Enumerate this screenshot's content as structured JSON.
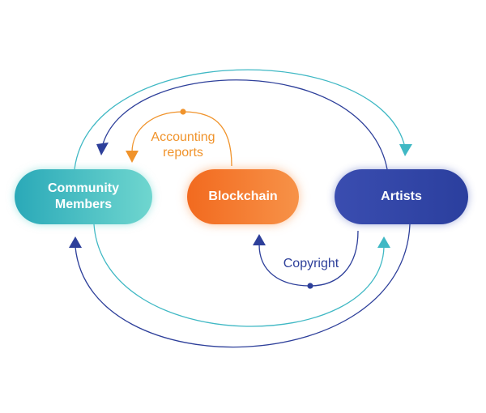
{
  "nodes": {
    "community": {
      "line1": "Community",
      "line2": "Members"
    },
    "blockchain": {
      "label": "Blockchain"
    },
    "artists": {
      "label": "Artists"
    }
  },
  "edges": {
    "accounting": {
      "line1": "Accounting",
      "line2": "reports"
    },
    "copyright": {
      "label": "Copyright"
    }
  },
  "colors": {
    "teal": "#3fb8c4",
    "navy": "#2d3f9a",
    "orange": "#f0932b"
  }
}
